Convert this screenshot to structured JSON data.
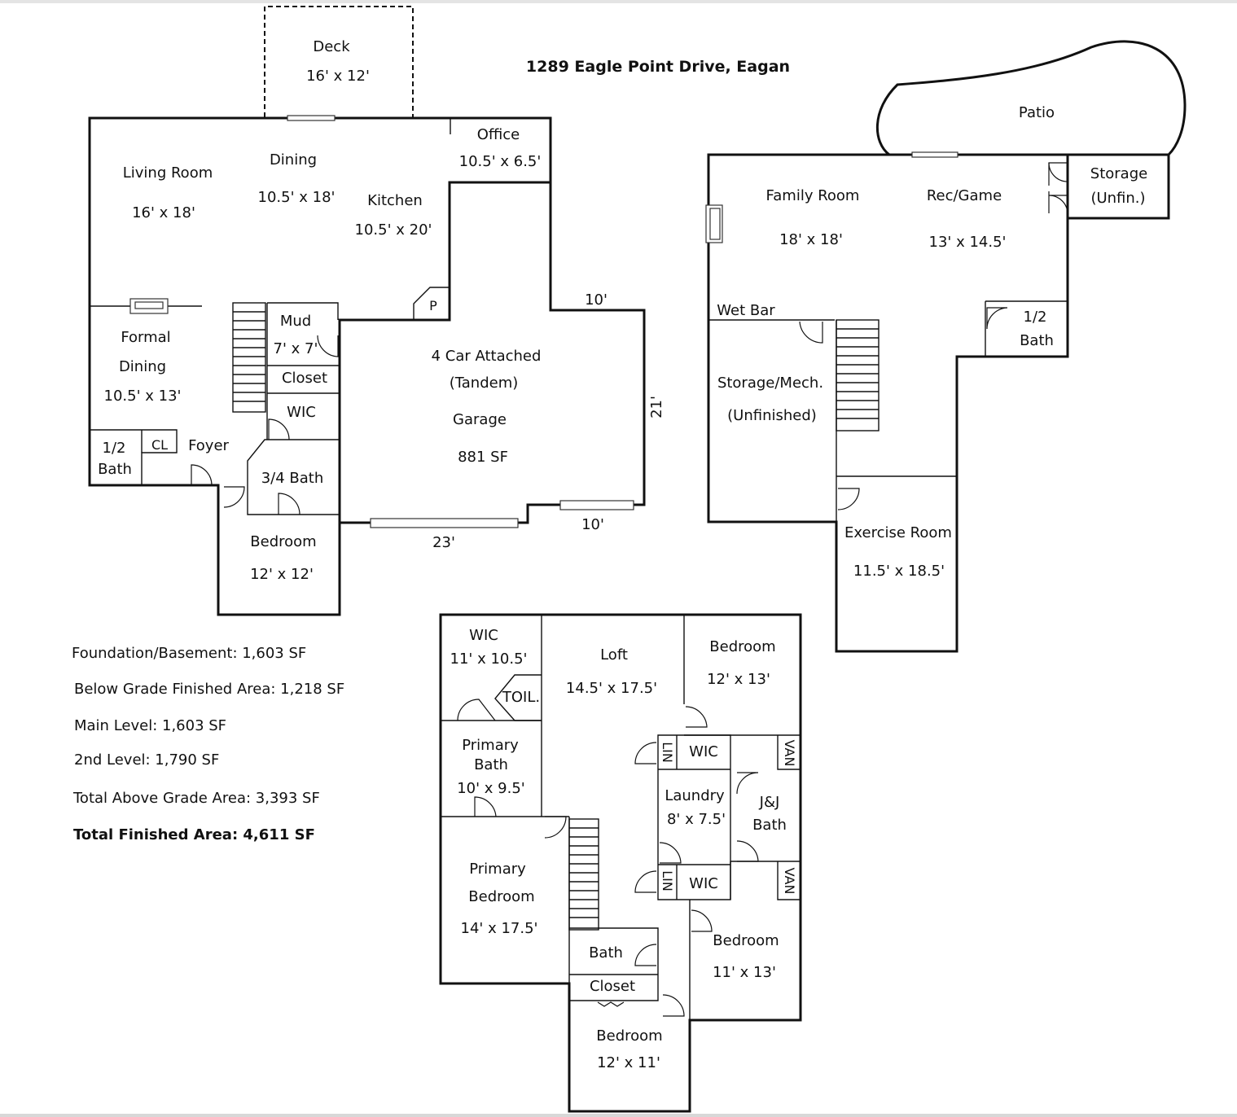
{
  "title": "1289 Eagle Point Drive, Eagan",
  "main_level": {
    "deck": {
      "name": "Deck",
      "dim": "16' x 12'"
    },
    "living_room": {
      "name": "Living Room",
      "dim": "16' x 18'"
    },
    "dining": {
      "name": "Dining",
      "dim": "10.5' x 18'"
    },
    "office": {
      "name": "Office",
      "dim": "10.5' x 6.5'"
    },
    "kitchen": {
      "name": "Kitchen",
      "dim": "10.5' x 20'"
    },
    "pantry": "P",
    "formal_dining": {
      "name1": "Formal",
      "name2": "Dining",
      "dim": "10.5' x 13'"
    },
    "mud": {
      "name": "Mud",
      "dim": "7' x 7'"
    },
    "closet": "Closet",
    "wic": "WIC",
    "half_bath": {
      "l1": "1/2",
      "l2": "Bath"
    },
    "cl": "CL",
    "foyer": "Foyer",
    "three_quarter_bath": "3/4 Bath",
    "bedroom": {
      "name": "Bedroom",
      "dim": "12' x 12'"
    },
    "garage": {
      "l1": "4 Car Attached",
      "l2": "(Tandem)",
      "l3": "Garage",
      "area": "881 SF"
    },
    "garage_dims": {
      "top": "10'",
      "right": "21'",
      "bottom_left": "23'",
      "bottom_right": "10'"
    }
  },
  "lower_level": {
    "patio": "Patio",
    "family_room": {
      "name": "Family Room",
      "dim": "18' x 18'"
    },
    "rec_game": {
      "name": "Rec/Game",
      "dim": "13' x 14.5'"
    },
    "storage": {
      "l1": "Storage",
      "l2": "(Unfin.)"
    },
    "wet_bar": "Wet Bar",
    "half_bath": {
      "l1": "1/2",
      "l2": "Bath"
    },
    "storage_mech": {
      "l1": "Storage/Mech.",
      "l2": "(Unfinished)"
    },
    "exercise_room": {
      "name": "Exercise Room",
      "dim": "11.5' x 18.5'"
    }
  },
  "upper_level": {
    "wic": {
      "name": "WIC",
      "dim": "11' x 10.5'"
    },
    "toil": "TOIL.",
    "loft": {
      "name": "Loft",
      "dim": "14.5' x 17.5'"
    },
    "bedroom_ne": {
      "name": "Bedroom",
      "dim": "12' x 13'"
    },
    "primary_bath": {
      "l1": "Primary",
      "l2": "Bath",
      "dim": "10' x 9.5'"
    },
    "lin": "LIN",
    "wic_small": "WIC",
    "van": "VAN",
    "laundry": {
      "name": "Laundry",
      "dim": "8' x 7.5'"
    },
    "jj_bath": {
      "l1": "J&J",
      "l2": "Bath"
    },
    "primary_bedroom": {
      "l1": "Primary",
      "l2": "Bedroom",
      "dim": "14' x 17.5'"
    },
    "bath": "Bath",
    "closet": "Closet",
    "bedroom_se": {
      "name": "Bedroom",
      "dim": "11' x 13'"
    },
    "bedroom_s": {
      "name": "Bedroom",
      "dim": "12' x 11'"
    }
  },
  "summary": {
    "foundation": "Foundation/Basement: 1,603 SF",
    "below_grade": "Below Grade Finished Area: 1,218 SF",
    "main_level": "Main Level: 1,603 SF",
    "second_level": "2nd Level: 1,790 SF",
    "above_grade": "Total Above Grade Area: 3,393 SF",
    "total_finished": "Total Finished Area: 4,611 SF"
  }
}
